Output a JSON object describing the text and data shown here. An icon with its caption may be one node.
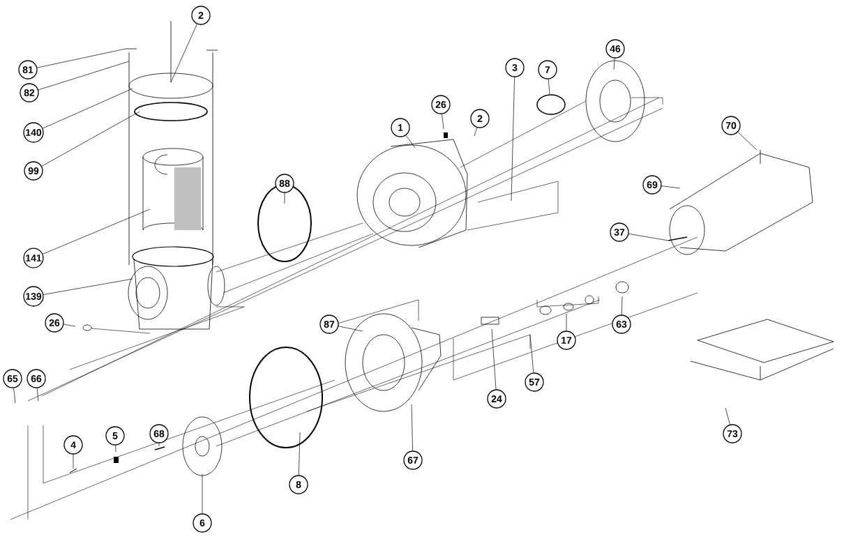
{
  "diagram": {
    "nodes": [
      {
        "text": [
          "2"
        ]
      },
      {
        "text": [
          "81"
        ]
      },
      {
        "text": [
          "82"
        ]
      },
      {
        "text": [
          "140"
        ]
      },
      {
        "text": [
          "99"
        ]
      },
      {
        "text": [
          "141"
        ]
      },
      {
        "text": [
          "139"
        ]
      },
      {
        "text": [
          "26"
        ]
      },
      {
        "text": [
          "65"
        ]
      },
      {
        "text": [
          "66"
        ]
      },
      {
        "text": [
          "88"
        ]
      },
      {
        "text": [
          "1"
        ]
      },
      {
        "text": [
          "26"
        ]
      },
      {
        "text": [
          "2"
        ]
      },
      {
        "text": [
          "3"
        ]
      },
      {
        "text": [
          "7"
        ]
      },
      {
        "text": [
          "46"
        ]
      },
      {
        "text": [
          "70"
        ]
      },
      {
        "text": [
          "69"
        ]
      },
      {
        "text": [
          "37"
        ]
      },
      {
        "text": [
          "63"
        ]
      },
      {
        "text": [
          "17"
        ]
      },
      {
        "text": [
          "24"
        ]
      },
      {
        "text": [
          "57"
        ]
      },
      {
        "text": [
          "87"
        ]
      },
      {
        "text": [
          "67"
        ]
      },
      {
        "text": [
          "8"
        ]
      },
      {
        "text": [
          "6"
        ]
      },
      {
        "text": [
          "68"
        ]
      },
      {
        "text": [
          "5"
        ]
      },
      {
        "text": [
          "4"
        ]
      },
      {
        "text": [
          "73"
        ]
      }
    ],
    "edges": [
      {
        "from": 0,
        "to": null,
        "arrow": "none"
      },
      {
        "from": 1,
        "to": null,
        "arrow": "none"
      },
      {
        "from": 2,
        "to": null,
        "arrow": "none"
      },
      {
        "from": 3,
        "to": null,
        "arrow": "none"
      },
      {
        "from": 4,
        "to": null,
        "arrow": "none"
      },
      {
        "from": 5,
        "to": null,
        "arrow": "none"
      },
      {
        "from": 6,
        "to": null,
        "arrow": "none"
      },
      {
        "from": 7,
        "to": null,
        "arrow": "none"
      },
      {
        "from": 8,
        "to": null,
        "arrow": "none"
      },
      {
        "from": 9,
        "to": null,
        "arrow": "none"
      },
      {
        "from": 10,
        "to": null,
        "arrow": "none"
      },
      {
        "from": 11,
        "to": null,
        "arrow": "none"
      },
      {
        "from": 12,
        "to": null,
        "arrow": "none"
      },
      {
        "from": 13,
        "to": null,
        "arrow": "none"
      },
      {
        "from": 14,
        "to": null,
        "arrow": "none"
      },
      {
        "from": 15,
        "to": null,
        "arrow": "none"
      },
      {
        "from": 16,
        "to": null,
        "arrow": "none"
      },
      {
        "from": 17,
        "to": null,
        "arrow": "none"
      },
      {
        "from": 18,
        "to": null,
        "arrow": "none"
      },
      {
        "from": 19,
        "to": null,
        "arrow": "none"
      },
      {
        "from": 20,
        "to": null,
        "arrow": "none"
      },
      {
        "from": 21,
        "to": null,
        "arrow": "none"
      },
      {
        "from": 22,
        "to": null,
        "arrow": "none"
      },
      {
        "from": 23,
        "to": null,
        "arrow": "none"
      },
      {
        "from": 24,
        "to": null,
        "arrow": "none"
      },
      {
        "from": 25,
        "to": null,
        "arrow": "none"
      },
      {
        "from": 26,
        "to": null,
        "arrow": "none"
      },
      {
        "from": 27,
        "to": null,
        "arrow": "none"
      },
      {
        "from": 28,
        "to": null,
        "arrow": "none"
      },
      {
        "from": 29,
        "to": null,
        "arrow": "none"
      },
      {
        "from": 30,
        "to": null,
        "arrow": "none"
      },
      {
        "from": 31,
        "to": null,
        "arrow": "none"
      }
    ]
  }
}
